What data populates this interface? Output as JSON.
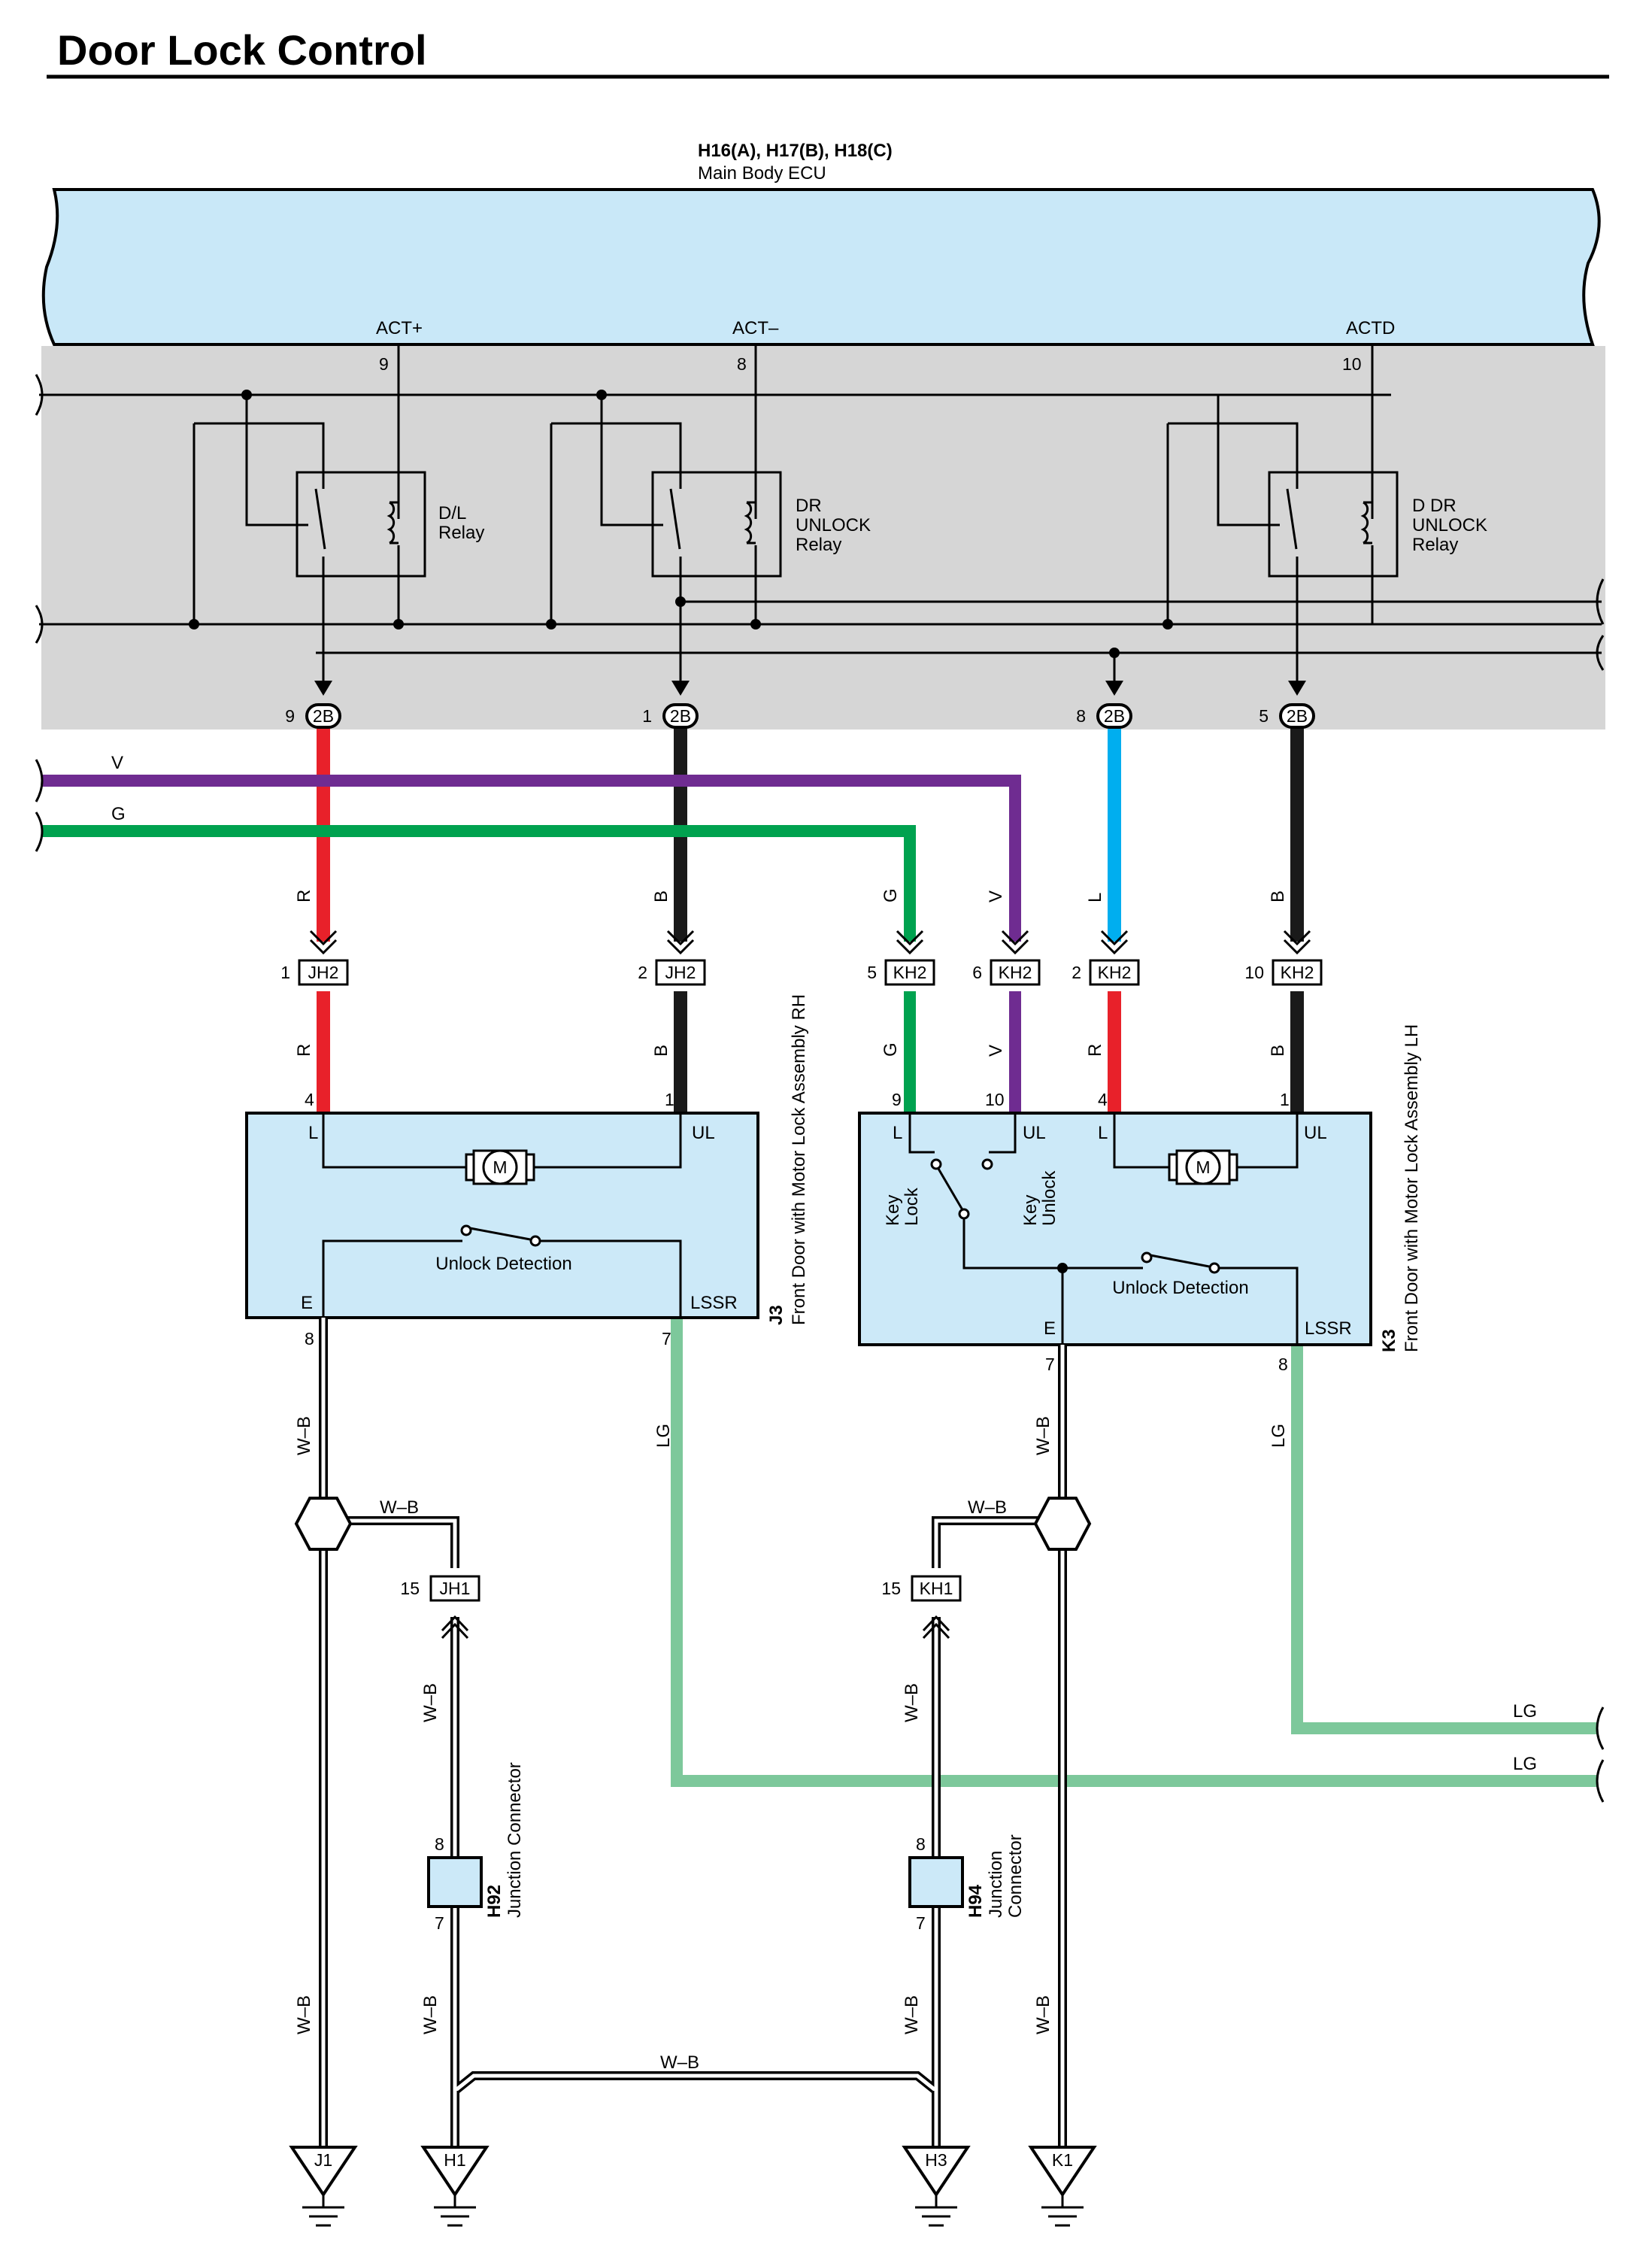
{
  "title": "Door Lock Control",
  "ecu": {
    "codes": "H16(A), H17(B), H18(C)",
    "name": "Main Body ECU",
    "pins": [
      {
        "name": "ACT+",
        "num": "9"
      },
      {
        "name": "ACT–",
        "num": "8"
      },
      {
        "name": "ACTD",
        "num": "10"
      }
    ]
  },
  "relays": [
    {
      "lines": [
        "D/L",
        "Relay"
      ]
    },
    {
      "lines": [
        "DR",
        "UNLOCK",
        "Relay"
      ]
    },
    {
      "lines": [
        "D DR",
        "UNLOCK",
        "Relay"
      ]
    }
  ],
  "connectors_2b": [
    {
      "num": "9",
      "label": "2B"
    },
    {
      "num": "1",
      "label": "2B"
    },
    {
      "num": "8",
      "label": "2B"
    },
    {
      "num": "5",
      "label": "2B"
    }
  ],
  "bus_wires": {
    "v": "V",
    "g": "G"
  },
  "upper_wire_labels": {
    "r": "R",
    "b": "B",
    "g": "G",
    "v": "V",
    "l": "L"
  },
  "junctions": [
    {
      "num": "1",
      "label": "JH2"
    },
    {
      "num": "2",
      "label": "JH2"
    },
    {
      "num": "5",
      "label": "KH2"
    },
    {
      "num": "6",
      "label": "KH2"
    },
    {
      "num": "2",
      "label": "KH2"
    },
    {
      "num": "10",
      "label": "KH2"
    }
  ],
  "lower_wire_labels": {
    "r": "R",
    "b": "B",
    "g": "G",
    "v": "V"
  },
  "j3": {
    "code": "J3",
    "name": "Front Door with Motor Lock Assembly RH",
    "pin_l": "4",
    "pin_ul": "1",
    "pin_e": "8",
    "pin_lssr": "7",
    "term_l": "L",
    "term_ul": "UL",
    "term_e": "E",
    "term_lssr": "LSSR",
    "motor": "M",
    "switch": "Unlock Detection"
  },
  "k3": {
    "code": "K3",
    "name": "Front Door with Motor Lock Assembly LH",
    "pin_l1": "9",
    "pin_ul1": "10",
    "pin_l2": "4",
    "pin_ul2": "1",
    "pin_e": "7",
    "pin_lssr": "8",
    "term_l": "L",
    "term_ul": "UL",
    "term_e": "E",
    "term_lssr": "LSSR",
    "key_lock": [
      "Key",
      "Lock"
    ],
    "key_unlock": [
      "Key",
      "Unlock"
    ],
    "motor": "M",
    "switch": "Unlock Detection"
  },
  "ground_wires": {
    "wb": "W–B",
    "lg": "LG"
  },
  "jh1": {
    "num": "15",
    "label": "JH1"
  },
  "kh1": {
    "num": "15",
    "label": "KH1"
  },
  "h92": {
    "code": "H92",
    "name": "Junction Connector",
    "pin_top": "8",
    "pin_bot": "7"
  },
  "h94": {
    "code": "H94",
    "name_lines": [
      "Junction",
      "Connector"
    ],
    "pin_top": "8",
    "pin_bot": "7"
  },
  "grounds": [
    "J1",
    "H1",
    "H3",
    "K1"
  ],
  "colors": {
    "ecu": "#c9e8f8",
    "shade": "#d6d6d6",
    "red": "#e8212a",
    "black": "#1a1a1a",
    "violet": "#6f2c91",
    "green": "#00a24f",
    "blue": "#00aeef",
    "lightgreen": "#7dc89b",
    "component": "#cce9f8"
  }
}
